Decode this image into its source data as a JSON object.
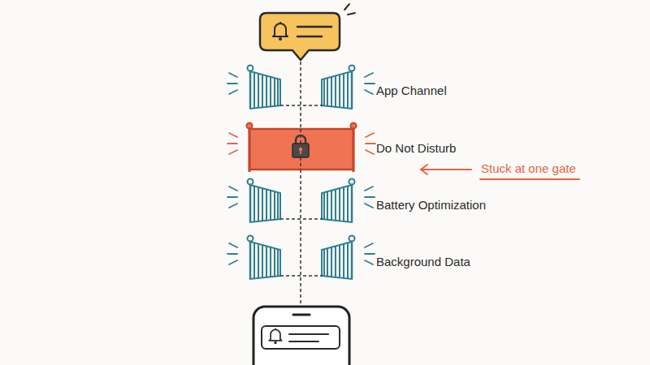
{
  "diagram": {
    "labels": [
      "App Channel",
      "Do Not Disturb",
      "Stuck at one gate",
      "Battery Optimization",
      "Background Data"
    ]
  }
}
